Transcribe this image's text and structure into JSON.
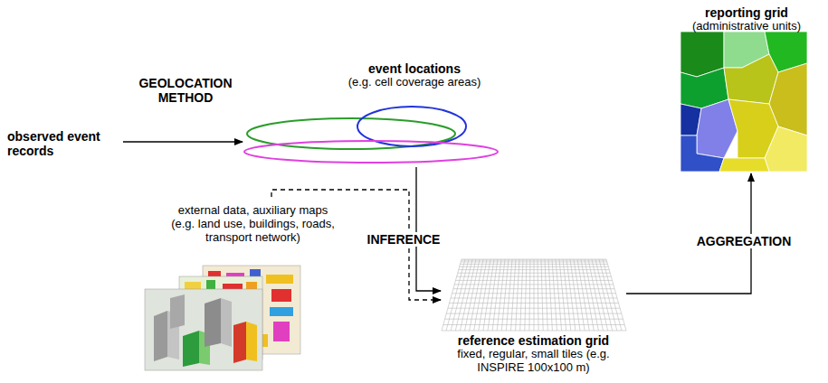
{
  "diagram": {
    "nodes": [
      {
        "text": [
          "observed event records"
        ]
      },
      {
        "text": [
          "event locations",
          "(e.g. cell coverage areas)"
        ]
      },
      {
        "text": [
          "external data, auxiliary maps (e.g. land use, buildings, roads, transport network)"
        ]
      },
      {
        "text": [
          "reference estimation grid",
          "fixed, regular, small tiles (e.g. INSPIRE 100x100 m)"
        ]
      },
      {
        "text": [
          "reporting grid",
          "(administrative units)"
        ]
      }
    ],
    "edges": [
      {
        "from": 0,
        "to": 1,
        "arrow": "to",
        "label": "GEOLOCATION METHOD"
      },
      {
        "from": 1,
        "to": 3,
        "arrow": "to",
        "label": "INFERENCE"
      },
      {
        "from": 2,
        "to": 3,
        "arrow": "to"
      },
      {
        "from": 3,
        "to": 4,
        "arrow": "to",
        "label": "AGGREGATION"
      }
    ]
  }
}
